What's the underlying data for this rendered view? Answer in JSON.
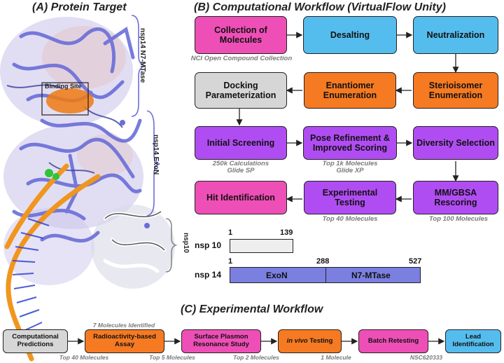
{
  "panel_a": {
    "title": "(A) Protein Target",
    "binding_site": "Binding Site",
    "labels": {
      "nsp14_n7": "nsp14 N7-MTase",
      "nsp14_exon": "nsp14 ExoN",
      "nsp10": "nsp10"
    }
  },
  "panel_b": {
    "title": "(B) Computational Workflow (VirtualFlow Unity)",
    "boxes": {
      "collection": "Collection of Molecules",
      "desalting": "Desalting",
      "neutralization": "Neutralization",
      "docking": "Docking Parameterization",
      "enantiomer": "Enantiomer Enumeration",
      "stereoisomer": "Sterioisomer Enumeration",
      "initial": "Initial Screening",
      "pose": "Pose Refinement & Improved Scoring",
      "diversity": "Diversity Selection",
      "hit": "Hit Identification",
      "experimental": "Experimental Testing",
      "mmgbsa": "MM/GBSA Rescoring"
    },
    "notes": {
      "nci": "NCI Open Compound Collection",
      "calc": "250k Calculations",
      "glide_sp": "Glide SP",
      "top1k": "Top 1k Molecules",
      "glide_xp": "Glide XP",
      "top40": "Top 40 Molecules",
      "top100": "Top 100 Molecules"
    },
    "sequence": {
      "nsp10": {
        "label": "nsp 10",
        "start": "1",
        "end": "139"
      },
      "nsp14": {
        "label": "nsp 14",
        "start": "1",
        "mid": "288",
        "end": "527",
        "domain1": "ExoN",
        "domain2": "N7-MTase"
      }
    }
  },
  "panel_c": {
    "title": "(C) Experimental Workflow",
    "boxes": {
      "computational": "Computational Predictions",
      "radioactivity": "Radioactivity-based Assay",
      "spr": "Surface Plasmon Resonance Study",
      "invivo_em": "in vivo",
      "invivo_rest": " Testing",
      "batch": "Batch Retesting",
      "lead": "Lead Identification"
    },
    "notes": {
      "identified": "7 Molecules Identified",
      "top40": "Top 40 Molecules",
      "top5": "Top 5 Molecules",
      "top2": "Top 2 Molecules",
      "one": "1 Molecule",
      "nsc": "NSC620333"
    }
  },
  "colors": {
    "pink": "#ee4fb6",
    "blue": "#55bdee",
    "orange": "#f57a22",
    "gray": "#d6d6d6",
    "purple": "#b04df2",
    "protein": "#7b7fe0",
    "rna": "#f0961e"
  }
}
